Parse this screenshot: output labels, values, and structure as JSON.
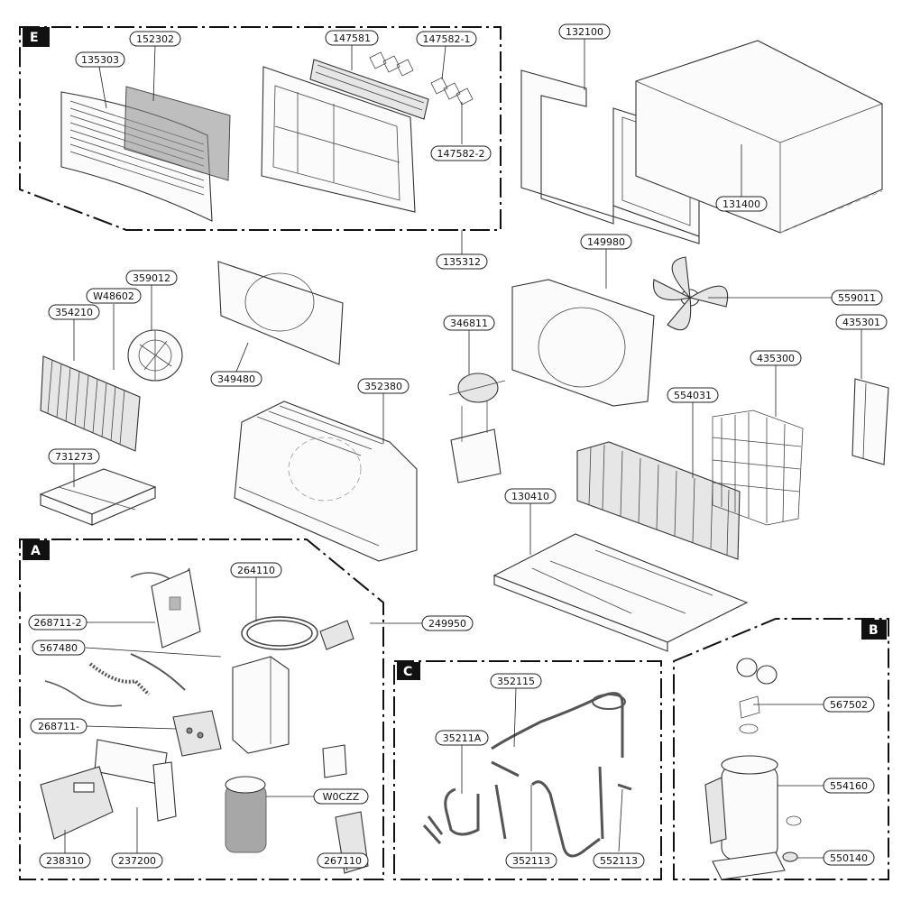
{
  "sections": {
    "E": "E",
    "A": "A",
    "B": "B",
    "C": "C"
  },
  "labels": {
    "l152302": "152302",
    "l135303": "135303",
    "l147581": "147581",
    "l147582_1": "147582-1",
    "l147582_2": "147582-2",
    "l135312": "135312",
    "l132100": "132100",
    "l131400": "131400",
    "l149980": "149980",
    "l559011": "559011",
    "l359012": "359012",
    "lW48602": "W48602",
    "l354210": "354210",
    "l349480": "349480",
    "l346811": "346811",
    "l352380": "352380",
    "l435300": "435300",
    "l435301": "435301",
    "l554031": "554031",
    "l731273": "731273",
    "l130410": "130410",
    "l264110": "264110",
    "l268711_2": "268711-2",
    "l567480": "567480",
    "l249950": "249950",
    "l268711_": "268711-",
    "lW0CZZ": "W0CZZ",
    "l238310": "238310",
    "l237200": "237200",
    "l267110": "267110",
    "l352115": "352115",
    "l35211A": "35211A",
    "l352113": "352113",
    "l552113": "552113",
    "l567502": "567502",
    "l554160": "554160",
    "l550140": "550140"
  }
}
